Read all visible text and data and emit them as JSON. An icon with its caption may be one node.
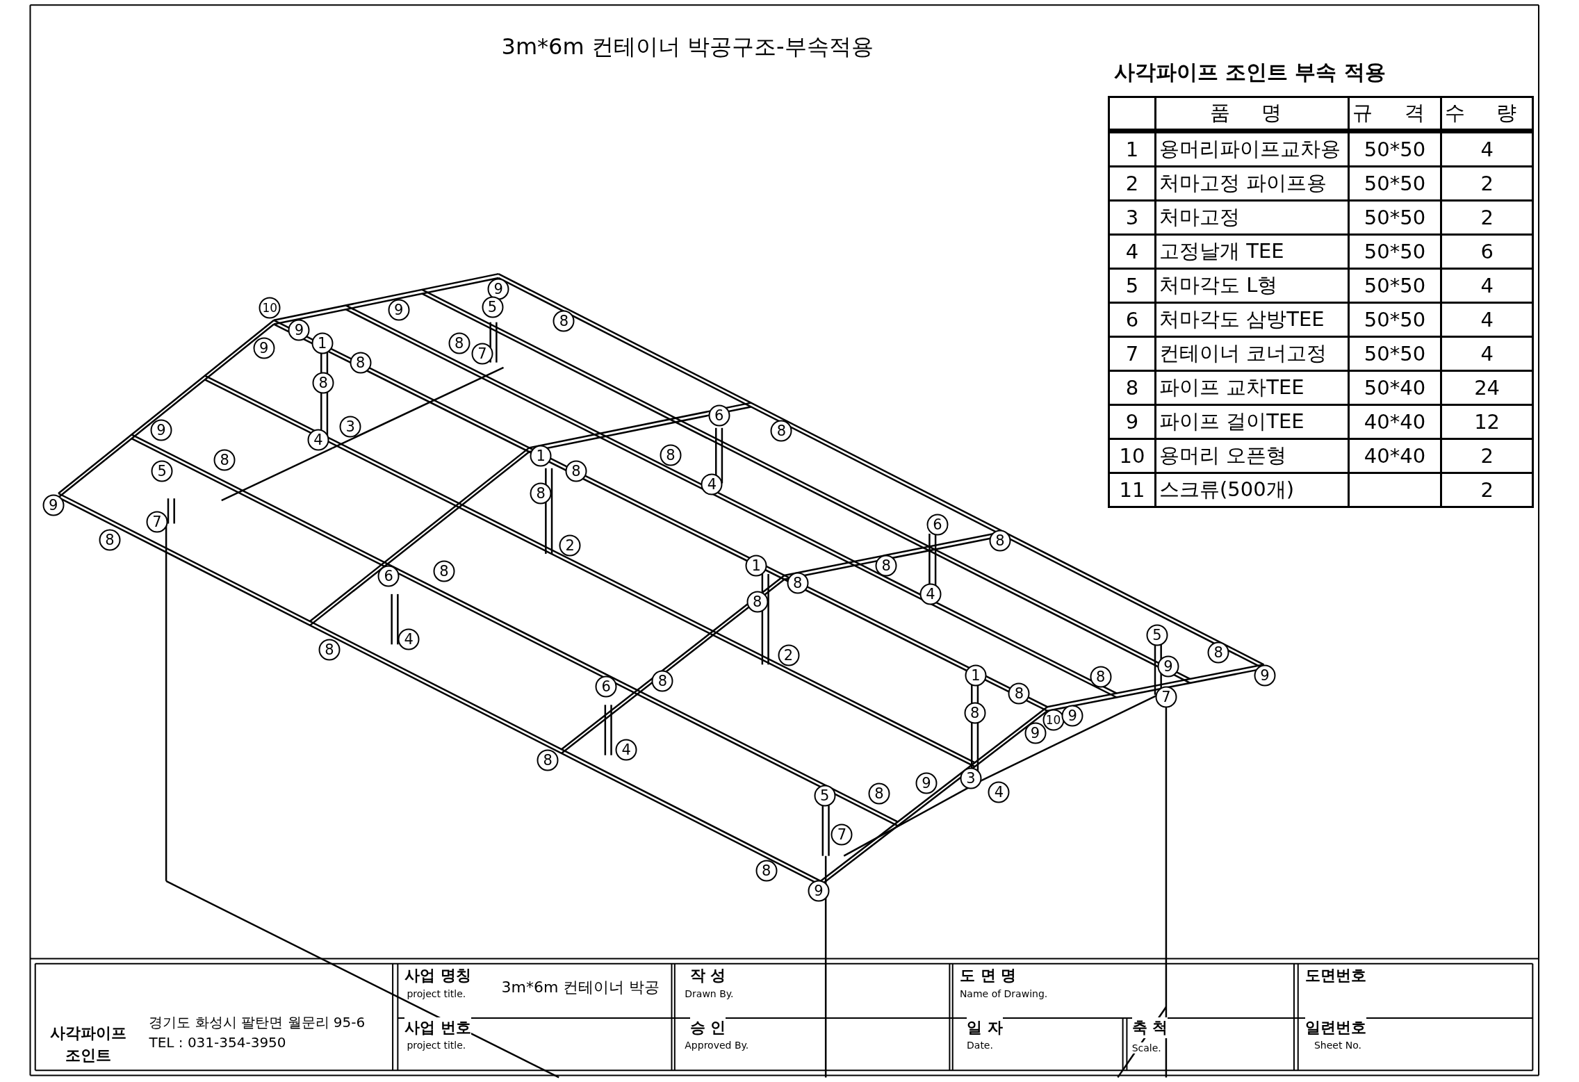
{
  "diagram": {
    "title": "3m*6m 컨테이너 박공구조-부속적용",
    "labels": [
      "사각파이프 조인트 부속 적용",
      "품 명",
      "규 격",
      "수 량",
      "1",
      "용머리파이프교차용",
      "50*50",
      "4",
      "2",
      "처마고정 파이프용",
      "50*50",
      "2",
      "3",
      "처마고정",
      "50*50",
      "2",
      "4",
      "고정날개 TEE",
      "50*50",
      "6",
      "5",
      "처마각도 L형",
      "50*50",
      "4",
      "6",
      "처마각도 삼방TEE",
      "50*50",
      "4",
      "7",
      "컨테이너 코너고정",
      "50*50",
      "4",
      "8",
      "파이프 교차TEE",
      "50*40",
      "24",
      "9",
      "파이프 걸이TEE",
      "40*40",
      "12",
      "10",
      "용머리 오픈형",
      "40*40",
      "2",
      "11",
      "스크류(500개)",
      "2",
      "9",
      "10",
      "9",
      "5",
      "9",
      "8",
      "9",
      "1",
      "8",
      "7",
      "8",
      "8",
      "6",
      "9",
      "3",
      "8",
      "4",
      "8",
      "1",
      "8",
      "5",
      "8",
      "8",
      "4",
      "9",
      "7",
      "6",
      "8",
      "2",
      "8",
      "6",
      "8",
      "1",
      "8",
      "8",
      "8",
      "4",
      "4",
      "5",
      "8",
      "2",
      "8",
      "1",
      "8",
      "9",
      "9",
      "6",
      "8",
      "8",
      "7",
      "8",
      "10",
      "9",
      "9",
      "8",
      "4",
      "9",
      "3",
      "5",
      "8",
      "4",
      "7",
      "8",
      "9",
      "사업 명칭",
      "project title.",
      "3m*6m 컨테이너 박공",
      "작 성",
      "Drawn By.",
      "도 면 명",
      "Name of Drawing.",
      "도면번호",
      "사각파이프 조인트",
      "경기도 화성시 팔탄면 월문리 95-6",
      "TEL : 031-354-3950",
      "사업 번호",
      "project title.",
      "승 인",
      "Approved By.",
      "일 자",
      "Date.",
      "축 척",
      "Scale.",
      "일련번호",
      "Sheet No."
    ]
  }
}
